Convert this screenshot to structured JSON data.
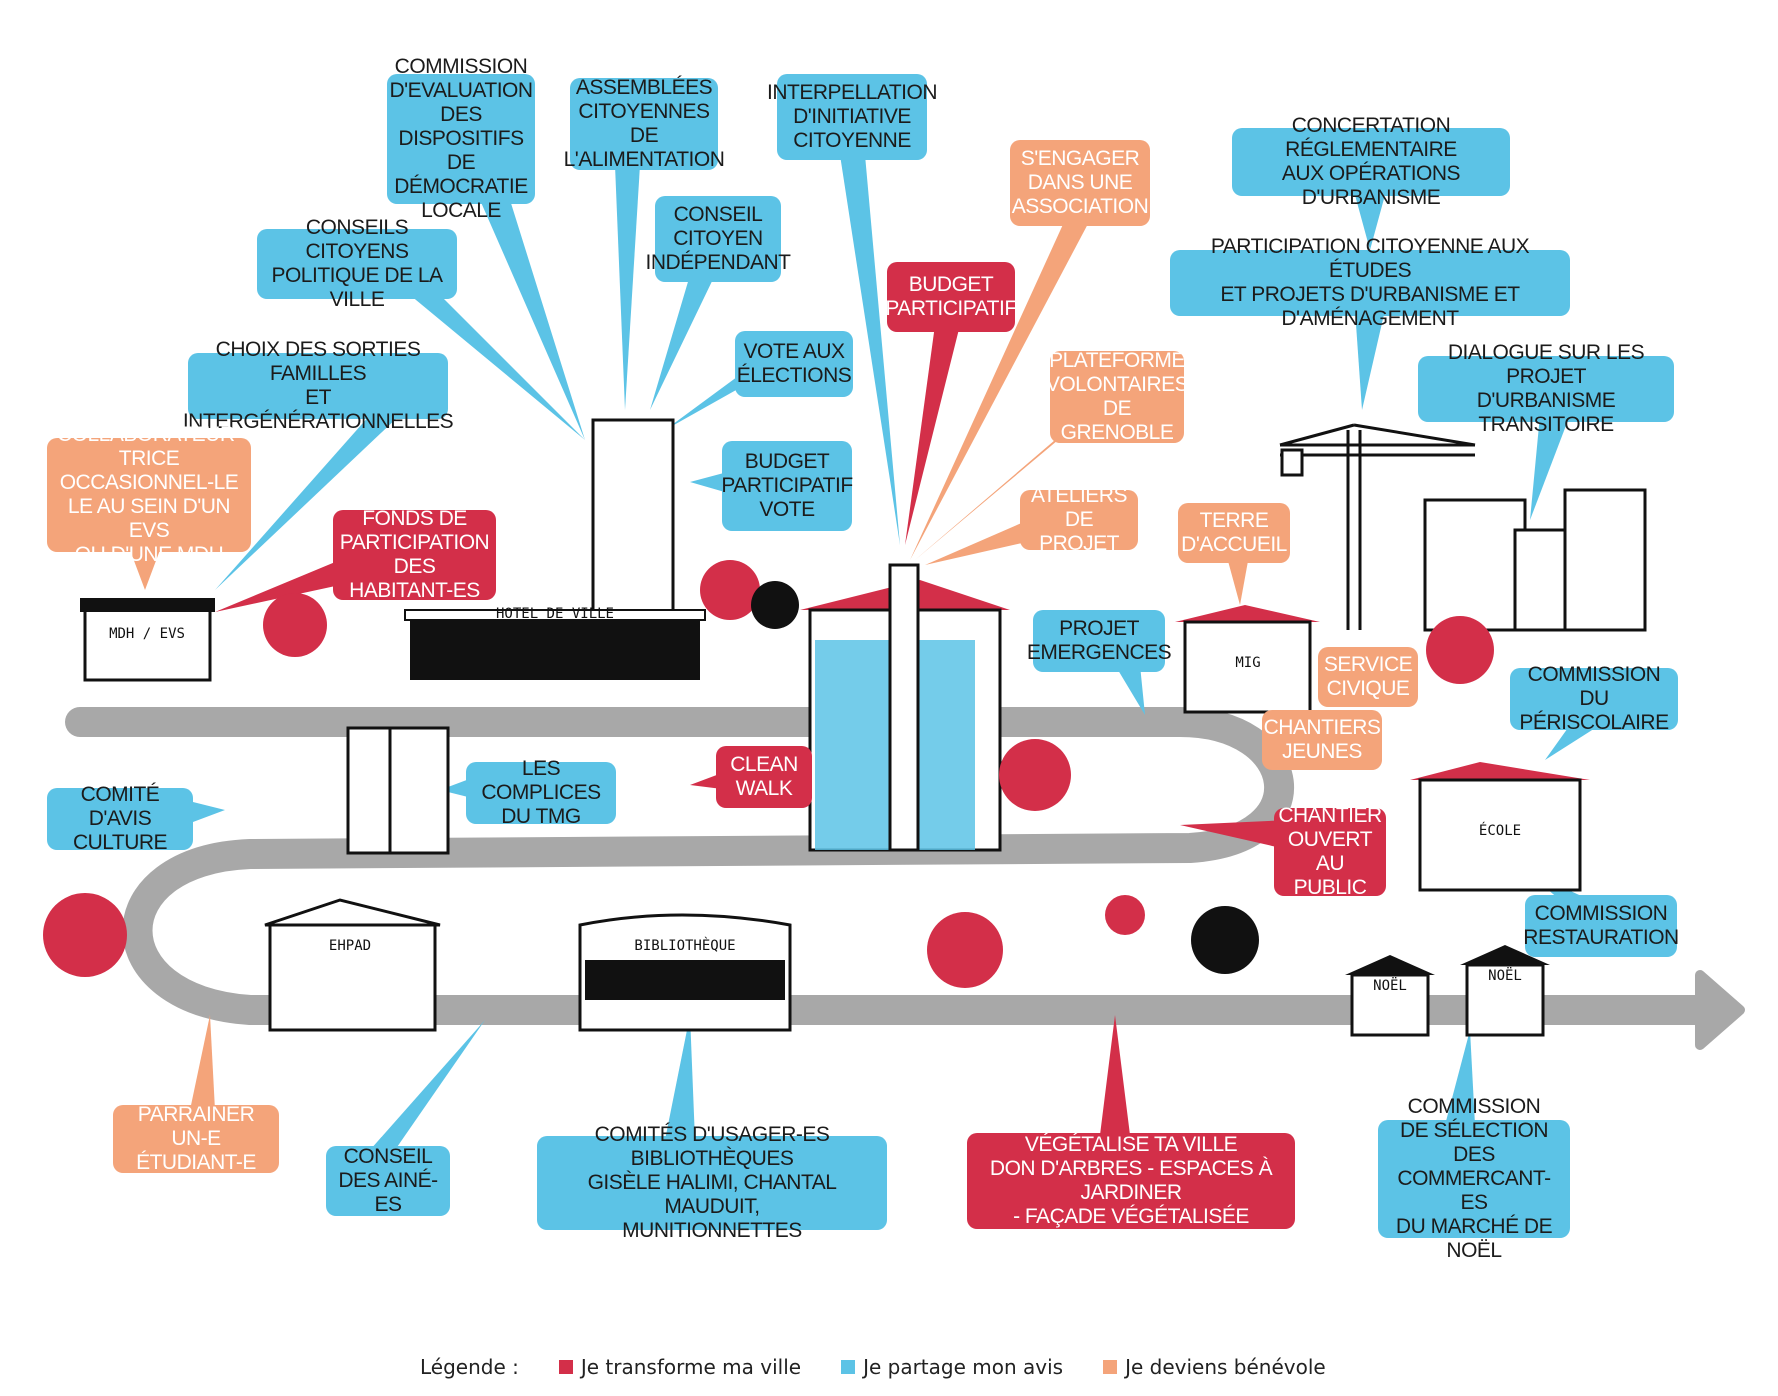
{
  "colors": {
    "transform": "#d32f49",
    "share": "#5cc3e6",
    "volunteer": "#f4a47a",
    "road": "#a8a8a8"
  },
  "bubbles": [
    {
      "id": "commission-evaluation",
      "text": "COMMISSION\nD'EVALUATION\nDES DISPOSITIFS\nDE DÉMOCRATIE\nLOCALE",
      "color": "blue"
    },
    {
      "id": "assemblees-alimentation",
      "text": "ASSEMBLÉES\nCITOYENNES DE\nL'ALIMENTATION",
      "color": "blue"
    },
    {
      "id": "interpellation",
      "text": "INTERPELLATION\nD'INITIATIVE\nCITOYENNE",
      "color": "blue"
    },
    {
      "id": "sengager-association",
      "text": "S'ENGAGER\nDANS UNE\nASSOCIATION",
      "color": "orange"
    },
    {
      "id": "concertation-reglementaire",
      "text": "CONCERTATION RÉGLEMENTAIRE\nAUX OPÉRATIONS D'URBANISME",
      "color": "blue"
    },
    {
      "id": "conseil-citoyen-independant",
      "text": "CONSEIL\nCITOYEN\nINDÉPENDANT",
      "color": "blue"
    },
    {
      "id": "conseils-citoyens-politique",
      "text": "CONSEILS CITOYENS\nPOLITIQUE DE LA VILLE",
      "color": "blue"
    },
    {
      "id": "budget-participatif",
      "text": "BUDGET\nPARTICIPATIF",
      "color": "red"
    },
    {
      "id": "participation-etudes",
      "text": "PARTICIPATION CITOYENNE AUX ÉTUDES\nET PROJETS D'URBANISME ET D'AMÉNAGEMENT",
      "color": "blue"
    },
    {
      "id": "vote-elections",
      "text": "VOTE AUX\nÉLECTIONS",
      "color": "blue"
    },
    {
      "id": "choix-sorties",
      "text": "CHOIX DES SORTIES FAMILLES\nET INTERGÉNÉRATIONNELLES",
      "color": "blue"
    },
    {
      "id": "plateforme-volontaires",
      "text": "PLATEFORME\nVOLONTAIRES\nDE GRENOBLE",
      "color": "orange"
    },
    {
      "id": "dialogue-transitoire",
      "text": "DIALOGUE SUR LES PROJET\nD'URBANISME TRANSITOIRE",
      "color": "blue"
    },
    {
      "id": "collaborateur",
      "text": "COLLABORATEUR-TRICE\nOCCASIONNEL-LE\nLE AU SEIN D'UN EVS\nOU D'UNE MDH",
      "color": "orange"
    },
    {
      "id": "budget-participatif-vote",
      "text": "BUDGET\nPARTICIPATIF\nVOTE",
      "color": "blue"
    },
    {
      "id": "ateliers-projet",
      "text": "ATELIERS\nDE PROJET",
      "color": "orange"
    },
    {
      "id": "terre-accueil",
      "text": "TERRE\nD'ACCUEIL",
      "color": "orange"
    },
    {
      "id": "fonds-participation",
      "text": "FONDS DE\nPARTICIPATION\nDES HABITANT-ES",
      "color": "red"
    },
    {
      "id": "projet-emergences",
      "text": "PROJET\nEMERGENCES",
      "color": "blue"
    },
    {
      "id": "service-civique",
      "text": "SERVICE\nCIVIQUE",
      "color": "orange"
    },
    {
      "id": "commission-periscolaire",
      "text": "COMMISSION\nDU PÉRISCOLAIRE",
      "color": "blue"
    },
    {
      "id": "chantiers-jeunes",
      "text": "CHANTIERS\nJEUNES",
      "color": "orange"
    },
    {
      "id": "clean-walk",
      "text": "CLEAN\nWALK",
      "color": "red"
    },
    {
      "id": "complices-tmg",
      "text": "LES COMPLICES\nDU TMG",
      "color": "blue"
    },
    {
      "id": "comite-culture",
      "text": "COMITÉ D'AVIS\nCULTURE",
      "color": "blue"
    },
    {
      "id": "chantier-ouvert",
      "text": "CHANTIER\nOUVERT\nAU PUBLIC",
      "color": "red"
    },
    {
      "id": "commission-restauration",
      "text": "COMMISSION\nRESTAURATION",
      "color": "blue"
    },
    {
      "id": "parrainer-etudiant",
      "text": "PARRAINER\nUN-E ÉTUDIANT-E",
      "color": "orange"
    },
    {
      "id": "conseil-aines",
      "text": "CONSEIL\nDES AINÉ-ES",
      "color": "blue"
    },
    {
      "id": "comites-bibliotheques",
      "text": "COMITÉS D'USAGER-ES BIBLIOTHÈQUES\nGISÈLE HALIMI, CHANTAL MAUDUIT,\nMUNITIONNETTES",
      "color": "blue"
    },
    {
      "id": "vegetalise-ville",
      "text": "VÉGÉTALISE TA VILLE\nDON D'ARBRES - ESPACES À JARDINER\n- FAÇADE VÉGÉTALISÉE",
      "color": "red"
    },
    {
      "id": "commission-noel",
      "text": "COMMISSION\nDE SÉLECTION\nDES COMMERCANT-ES\nDU MARCHÉ DE NOËL",
      "color": "blue"
    }
  ],
  "buildings": {
    "mdh": "MDH / EVS",
    "hotel": "HOTEL DE VILLE",
    "mig": "MIG",
    "ecole": "ÉCOLE",
    "ehpad": "EHPAD",
    "bibliotheque": "BIBLIOTHÈQUE",
    "noel1": "NOËL",
    "noel2": "NOËL"
  },
  "legend": {
    "title": "Légende :",
    "transform": "Je transforme ma ville",
    "share": "Je partage mon avis",
    "volunteer": "Je deviens bénévole"
  }
}
